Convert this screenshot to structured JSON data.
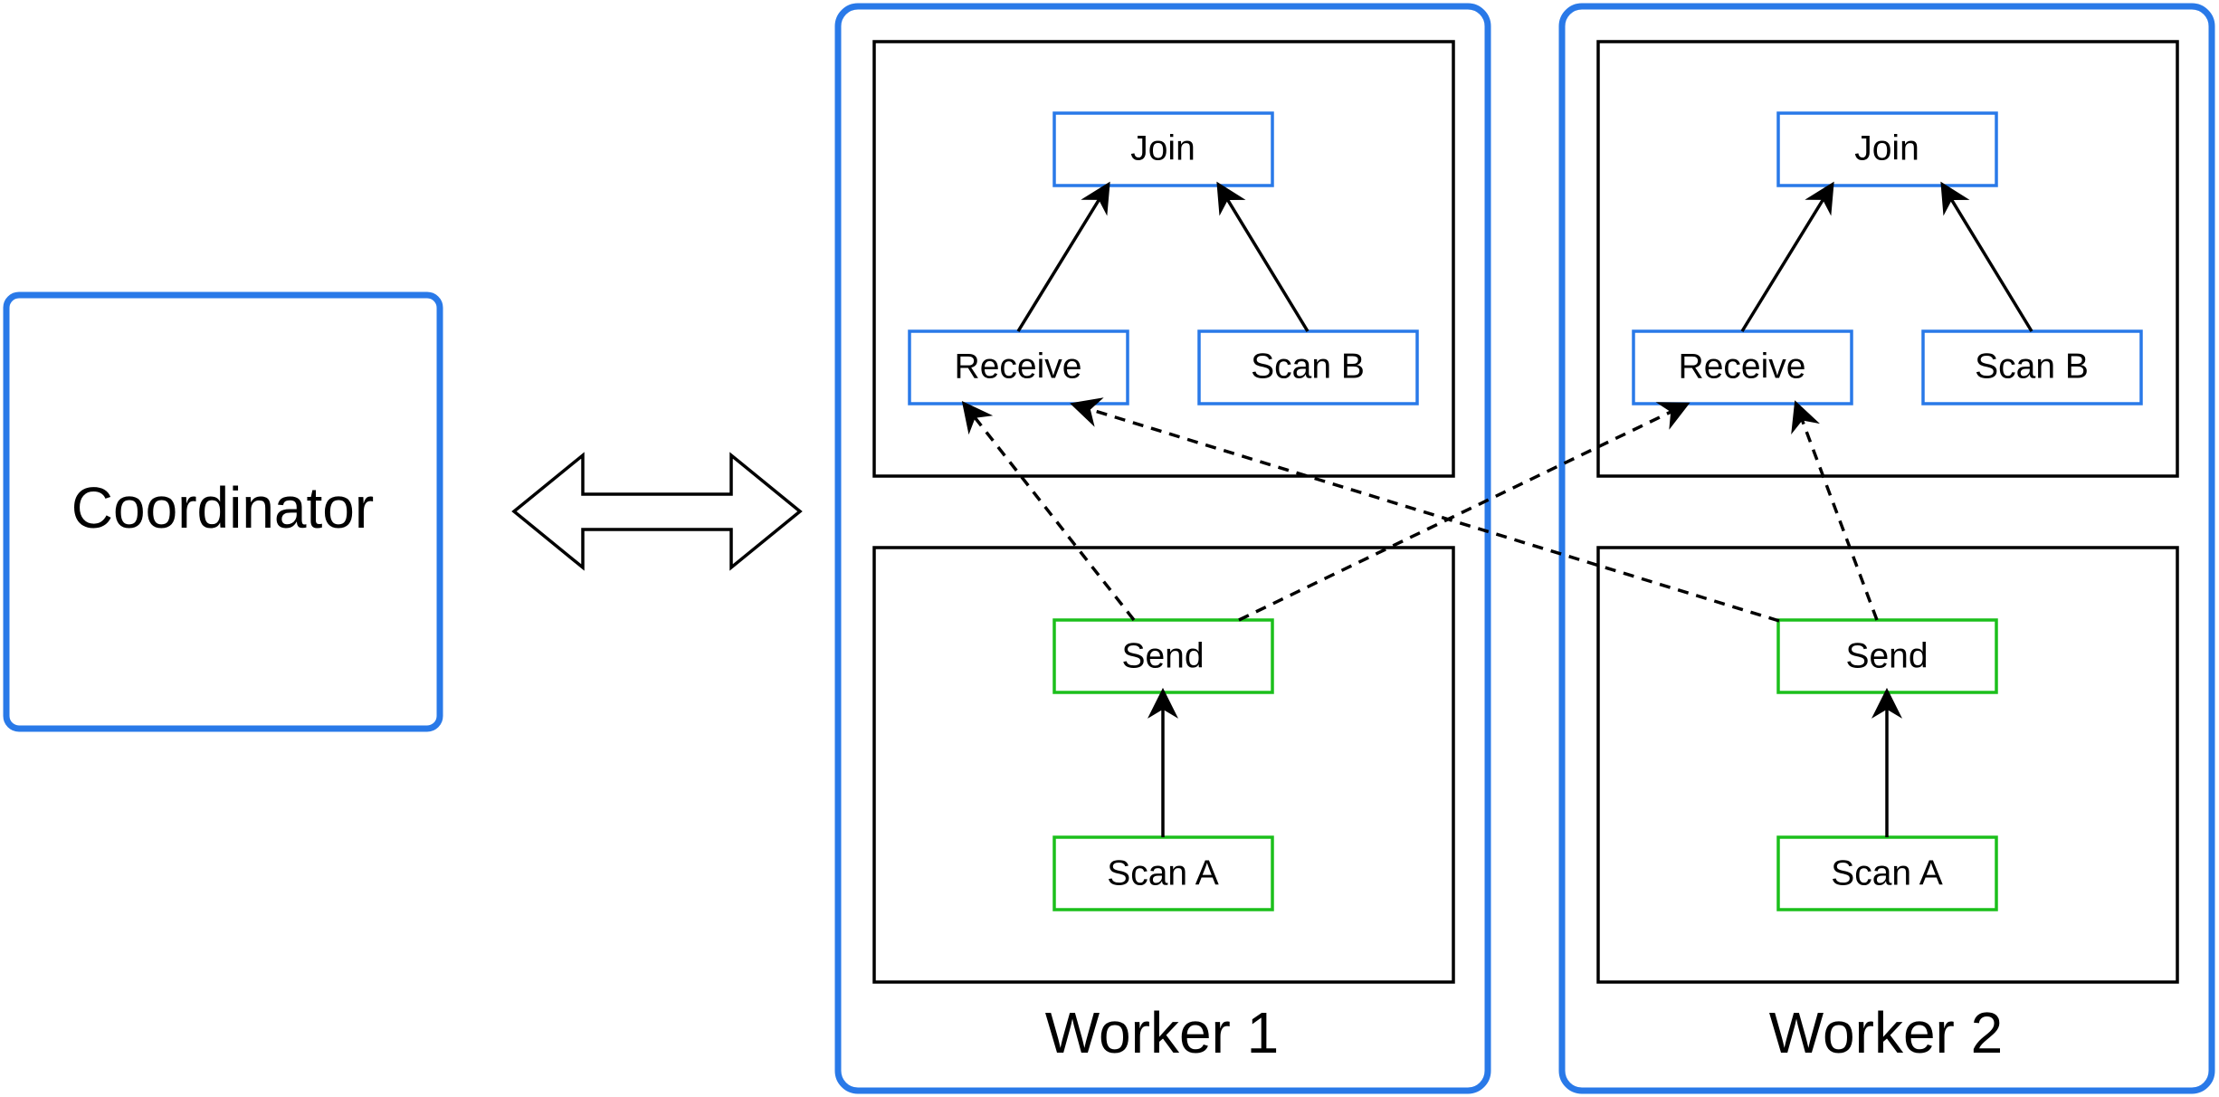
{
  "colors": {
    "container_border": "#2979e8",
    "operator_blue": "#2979e8",
    "operator_green": "#1bbf1b",
    "fragment_border": "#000000",
    "arrow": "#000000"
  },
  "coordinator": {
    "label": "Coordinator"
  },
  "workers": [
    {
      "label": "Worker 1",
      "upper_fragment": {
        "join": "Join",
        "receive": "Receive",
        "scan_b": "Scan B"
      },
      "lower_fragment": {
        "send": "Send",
        "scan_a": "Scan A"
      }
    },
    {
      "label": "Worker 2",
      "upper_fragment": {
        "join": "Join",
        "receive": "Receive",
        "scan_b": "Scan B"
      },
      "lower_fragment": {
        "send": "Send",
        "scan_a": "Scan A"
      }
    }
  ],
  "edges": [
    {
      "from": "Receive",
      "to": "Join",
      "style": "solid",
      "scope": "within-worker"
    },
    {
      "from": "Scan B",
      "to": "Join",
      "style": "solid",
      "scope": "within-worker"
    },
    {
      "from": "Scan A",
      "to": "Send",
      "style": "solid",
      "scope": "within-worker"
    },
    {
      "from": "Worker 1 Send",
      "to": "Worker 1 Receive",
      "style": "dashed"
    },
    {
      "from": "Worker 1 Send",
      "to": "Worker 2 Receive",
      "style": "dashed"
    },
    {
      "from": "Worker 2 Send",
      "to": "Worker 2 Receive",
      "style": "dashed"
    },
    {
      "from": "Worker 2 Send",
      "to": "Worker 1 Receive",
      "style": "dashed"
    },
    {
      "from": "Coordinator",
      "to": "Workers",
      "style": "double-headed-block-arrow"
    }
  ]
}
